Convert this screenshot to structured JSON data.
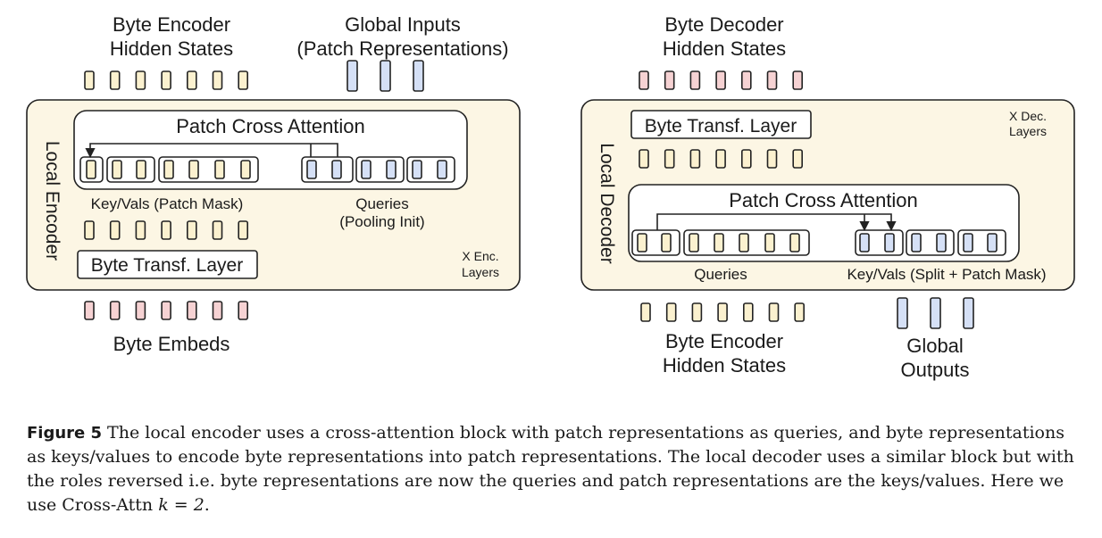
{
  "colors": {
    "panel_fill": "#fcf6e4",
    "stroke": "#222222",
    "embed_fill": "#f6d2d3",
    "hidden_fill": "#fbf1cf",
    "patch_fill": "#d5e0f6",
    "white": "#ffffff"
  },
  "encoder": {
    "top_label_1": "Byte Encoder",
    "top_label_2": "Hidden States",
    "global_label_1": "Global Inputs",
    "global_label_2": "(Patch Representations)",
    "panel_label": "Local Encoder",
    "pca_title": "Patch Cross Attention",
    "keyvals_label": "Key/Vals (Patch Mask)",
    "queries_label_1": "Queries",
    "queries_label_2": "(Pooling Init)",
    "layer_label": "Byte Transf. Layer",
    "x_label_1": "X Enc.",
    "x_label_2": "Layers",
    "bottom_label": "Byte Embeds"
  },
  "decoder": {
    "top_label_1": "Byte Decoder",
    "top_label_2": "Hidden States",
    "panel_label": "Local Decoder",
    "layer_label": "Byte Transf. Layer",
    "x_label_1": "X Dec.",
    "x_label_2": "Layers",
    "pca_title": "Patch Cross Attention",
    "queries_label": "Queries",
    "keyvals_label": "Key/Vals (Split + Patch Mask)",
    "bottom_label_1": "Byte Encoder",
    "bottom_label_2": "Hidden States",
    "global_label_1": "Global",
    "global_label_2": "Outputs"
  },
  "caption": {
    "label": "Figure 5",
    "text_main": "The local encoder uses a cross-attention block with patch representations as queries, and byte representations as keys/values to encode byte representations into patch representations. The local decoder uses a similar block but with the roles reversed i.e. byte representations are now the queries and patch representations are the keys/values. Here we use Cross-Attn ",
    "math": "k = 2",
    "text_end": "."
  }
}
